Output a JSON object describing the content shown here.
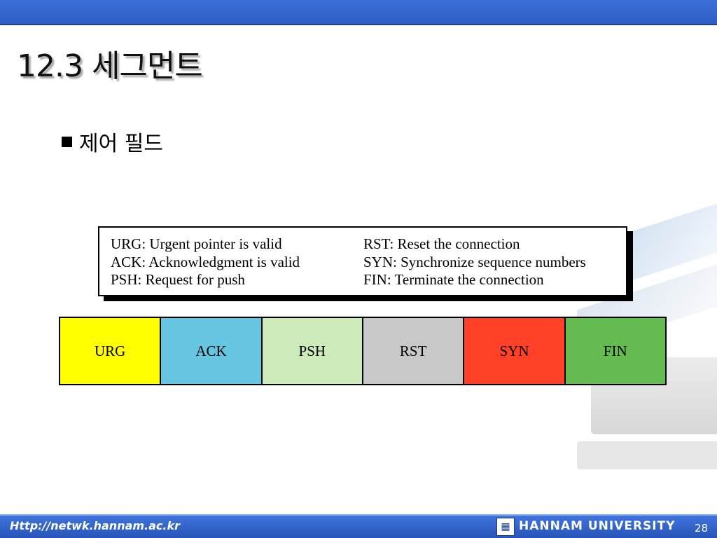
{
  "slide": {
    "title": "12.3 세그먼트",
    "bullet_text": "제어 필드"
  },
  "legend": {
    "rows": [
      [
        "URG: Urgent pointer is valid",
        "RST: Reset the connection"
      ],
      [
        "ACK: Acknowledgment is valid",
        "SYN: Synchronize sequence numbers"
      ],
      [
        "PSH: Request for push",
        "FIN: Terminate the connection"
      ]
    ]
  },
  "flags": [
    {
      "label": "URG",
      "color": "#ffff00"
    },
    {
      "label": "ACK",
      "color": "#66c5e0"
    },
    {
      "label": "PSH",
      "color": "#cdeabb"
    },
    {
      "label": "RST",
      "color": "#c8c8c8"
    },
    {
      "label": "SYN",
      "color": "#ff4127"
    },
    {
      "label": "FIN",
      "color": "#64bb50"
    }
  ],
  "footer": {
    "url": "Http://netwk.hannam.ac.kr",
    "university": "HANNAM UNIVERSITY",
    "page_number": "28",
    "logo_icon": "university-emblem-icon"
  },
  "colors": {
    "header_bar": "#2f5fc4",
    "footer_bar": "#2855b8"
  }
}
